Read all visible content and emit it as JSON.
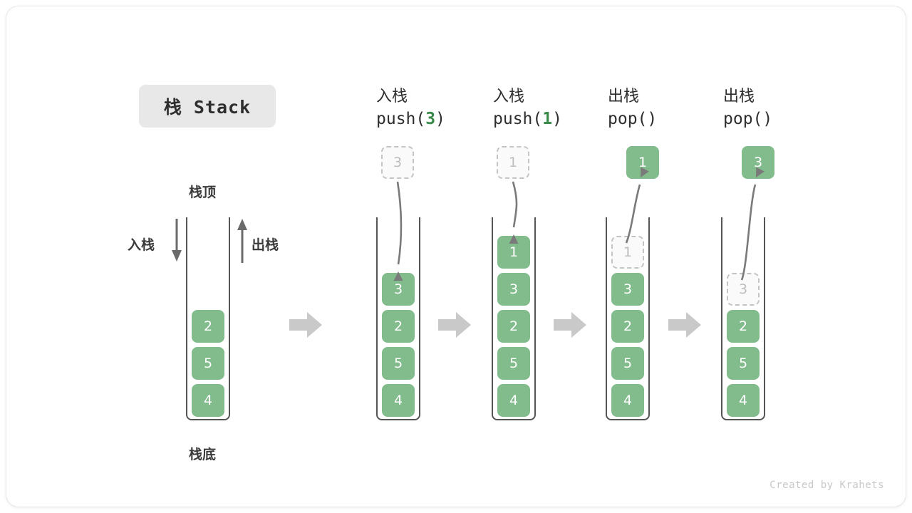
{
  "card": {
    "title_badge": "栈 Stack",
    "credit": "Created by Krahets"
  },
  "base_stack": {
    "top_label": "栈顶",
    "bottom_label": "栈底",
    "push_label": "入栈",
    "pop_label": "出栈",
    "cells": [
      "2",
      "5",
      "4"
    ]
  },
  "steps": [
    {
      "head_cn": "入栈",
      "op_prefix": "push(",
      "op_arg": "3",
      "op_suffix": ")",
      "floating": {
        "value": "3",
        "style": "ghost"
      },
      "cells": [
        "3",
        "2",
        "5",
        "4"
      ],
      "cell_styles": [
        "filled",
        "filled",
        "filled",
        "filled"
      ]
    },
    {
      "head_cn": "入栈",
      "op_prefix": "push(",
      "op_arg": "1",
      "op_suffix": ")",
      "floating": {
        "value": "1",
        "style": "ghost"
      },
      "cells": [
        "1",
        "3",
        "2",
        "5",
        "4"
      ],
      "cell_styles": [
        "filled",
        "filled",
        "filled",
        "filled",
        "filled"
      ]
    },
    {
      "head_cn": "出栈",
      "op_prefix": "pop(",
      "op_arg": "",
      "op_suffix": ")",
      "floating": {
        "value": "1",
        "style": "filled"
      },
      "cells": [
        "1",
        "3",
        "2",
        "5",
        "4"
      ],
      "cell_styles": [
        "ghost",
        "filled",
        "filled",
        "filled",
        "filled"
      ]
    },
    {
      "head_cn": "出栈",
      "op_prefix": "pop(",
      "op_arg": "",
      "op_suffix": ")",
      "floating": {
        "value": "3",
        "style": "filled"
      },
      "cells": [
        "3",
        "2",
        "5",
        "4"
      ],
      "cell_styles": [
        "ghost",
        "filled",
        "filled",
        "filled"
      ]
    }
  ],
  "colors": {
    "cell_green": "#82bc8c",
    "accent_green": "#3a8b4a",
    "ghost_border": "#c4c4c4",
    "wall": "#555555",
    "sep_arrow": "#c9c9c9",
    "badge_bg": "#e8e8e8"
  }
}
